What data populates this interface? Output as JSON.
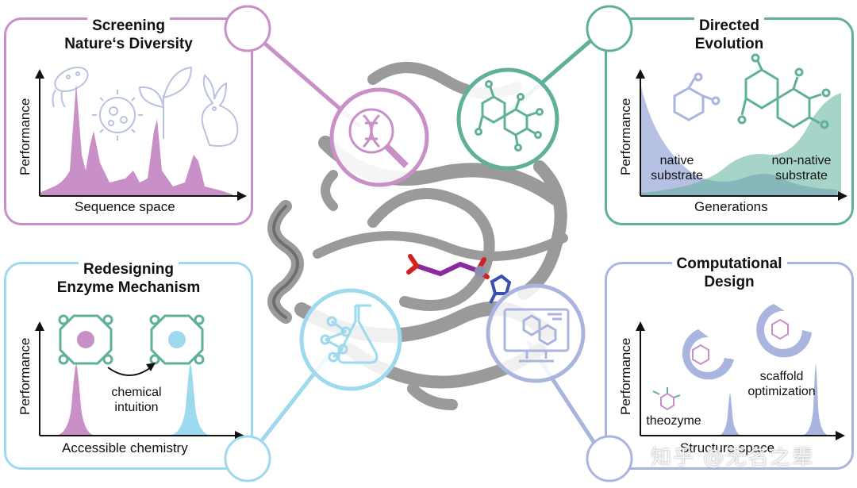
{
  "colors": {
    "screening": "#c98fc7",
    "directed": "#5fb09a",
    "redesign": "#9dd9ef",
    "computational": "#a9b5de",
    "protein": "#9a9a9a",
    "ligand": "#8a2a9e"
  },
  "panels": {
    "screening": {
      "title_line1": "Screening",
      "title_line2": "Nature‘s Diversity",
      "xlabel": "Sequence space",
      "ylabel": "Performance"
    },
    "directed": {
      "title_line1": "Directed",
      "title_line2": "Evolution",
      "xlabel": "Generations",
      "ylabel": "Performance",
      "label_native_1": "native",
      "label_native_2": "substrate",
      "label_nonnative_1": "non-native",
      "label_nonnative_2": "substrate"
    },
    "redesign": {
      "title_line1": "Redesigning",
      "title_line2": "Enzyme Mechanism",
      "xlabel": "Accessible chemistry",
      "ylabel": "Performance",
      "label_1": "chemical",
      "label_2": "intuition"
    },
    "computational": {
      "title_line1": "Computational",
      "title_line2": "Design",
      "xlabel": "Structure space",
      "ylabel": "Performance",
      "label_theozyme": "theozyme",
      "label_scaffold_1": "scaffold",
      "label_scaffold_2": "optimization"
    }
  },
  "icons": {
    "screening": "dna-magnifier-icon",
    "directed": "molecule-icon",
    "redesign": "flask-network-icon",
    "computational": "monitor-icon"
  },
  "watermark": "知乎 @无名之辈"
}
